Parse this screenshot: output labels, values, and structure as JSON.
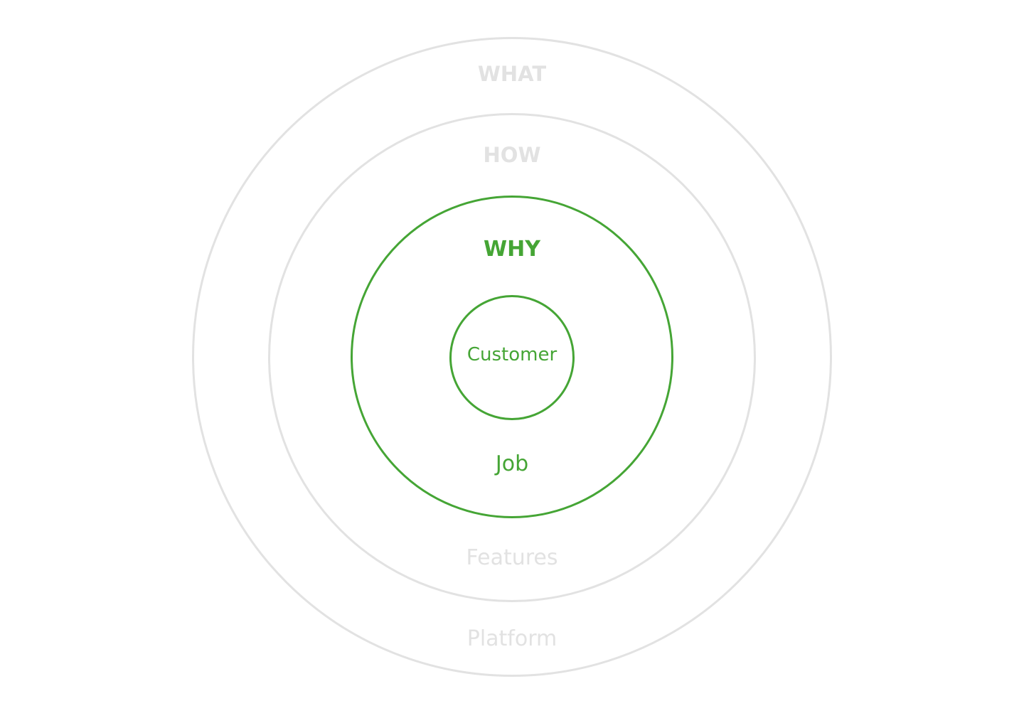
{
  "diagram": {
    "type": "golden-circle",
    "colors": {
      "accent": "#45a535",
      "muted": "#e2e2e2"
    },
    "rings": [
      {
        "id": "what",
        "title": "WHAT",
        "item": "Platform",
        "highlighted": false
      },
      {
        "id": "how",
        "title": "HOW",
        "item": "Features",
        "highlighted": false
      },
      {
        "id": "why",
        "title": "WHY",
        "item": "Job",
        "highlighted": true
      },
      {
        "id": "core",
        "title": "",
        "item": "Customer",
        "highlighted": true
      }
    ]
  }
}
